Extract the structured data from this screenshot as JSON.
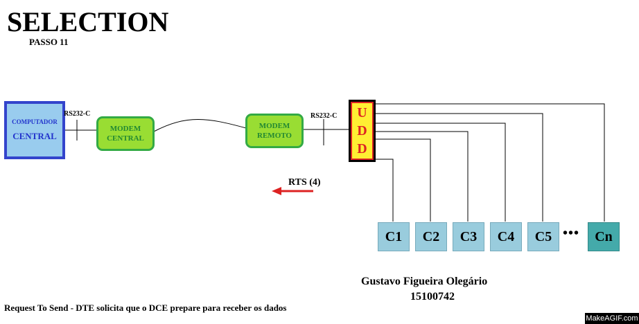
{
  "header": {
    "title": "SELECTION",
    "step": "PASSO 11"
  },
  "nodes": {
    "computer": {
      "line1": "COMPUTADOR",
      "line2": "CENTRAL"
    },
    "modem_central": {
      "line1": "MODEM",
      "line2": "CENTRAL"
    },
    "modem_remote": {
      "line1": "MODEM",
      "line2": "REMOTO"
    },
    "udd": [
      "U",
      "D",
      "D"
    ]
  },
  "interfaces": {
    "left": "RS232-C",
    "right": "RS232-C"
  },
  "clients": [
    "C1",
    "C2",
    "C3",
    "C4",
    "C5",
    "Cn"
  ],
  "clients_ellipsis": "•••",
  "signal": {
    "label": "RTS (4)",
    "direction": "left",
    "color": "#dd2222"
  },
  "credits": {
    "author": "Gustavo Figueira Olegário",
    "id": "15100742"
  },
  "caption": "Request To Send - DTE solicita que o DCE prepare para receber os dados",
  "watermark": "MakeAGIF.com",
  "colors": {
    "computer_fill": "#99ccee",
    "computer_border": "#3344cc",
    "modem_fill": "#99dd33",
    "modem_border": "#33aa44",
    "udd_fill": "#ffee33",
    "udd_text": "#dd2222",
    "client_fill": "#99ccdd",
    "client_n_fill": "#44aaaa"
  }
}
